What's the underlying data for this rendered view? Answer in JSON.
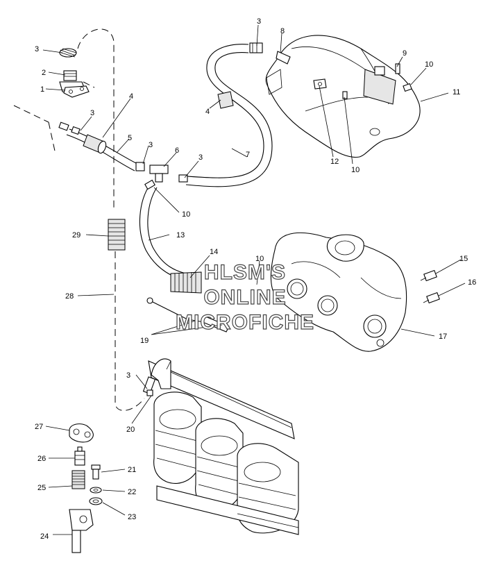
{
  "callouts": [
    {
      "id": "c-3a",
      "text": "3"
    },
    {
      "id": "c-2",
      "text": "2"
    },
    {
      "id": "c-1",
      "text": "1"
    },
    {
      "id": "c-3b",
      "text": "3"
    },
    {
      "id": "c-4a",
      "text": "4"
    },
    {
      "id": "c-5",
      "text": "5"
    },
    {
      "id": "c-3c",
      "text": "3"
    },
    {
      "id": "c-6",
      "text": "6"
    },
    {
      "id": "c-3d",
      "text": "3"
    },
    {
      "id": "c-10a",
      "text": "10"
    },
    {
      "id": "c-13",
      "text": "13"
    },
    {
      "id": "c-14",
      "text": "14"
    },
    {
      "id": "c-29",
      "text": "29"
    },
    {
      "id": "c-28",
      "text": "28"
    },
    {
      "id": "c-19",
      "text": "19"
    },
    {
      "id": "c-3e",
      "text": "3"
    },
    {
      "id": "c-8",
      "text": "8"
    },
    {
      "id": "c-4b",
      "text": "4"
    },
    {
      "id": "c-7",
      "text": "7"
    },
    {
      "id": "c-9",
      "text": "9"
    },
    {
      "id": "c-10b",
      "text": "10"
    },
    {
      "id": "c-11",
      "text": "11"
    },
    {
      "id": "c-12",
      "text": "12"
    },
    {
      "id": "c-10c",
      "text": "10"
    },
    {
      "id": "c-10d",
      "text": "10"
    },
    {
      "id": "c-15",
      "text": "15"
    },
    {
      "id": "c-16",
      "text": "16"
    },
    {
      "id": "c-17",
      "text": "17"
    },
    {
      "id": "c-3f",
      "text": "3"
    },
    {
      "id": "c-20",
      "text": "20"
    },
    {
      "id": "c-27",
      "text": "27"
    },
    {
      "id": "c-26",
      "text": "26"
    },
    {
      "id": "c-25",
      "text": "25"
    },
    {
      "id": "c-24",
      "text": "24"
    },
    {
      "id": "c-21",
      "text": "21"
    },
    {
      "id": "c-22",
      "text": "22"
    },
    {
      "id": "c-23",
      "text": "23"
    }
  ],
  "watermark": {
    "line1": "HLSM'S",
    "line2": "ONLINE",
    "line3": "MICROFICHE"
  }
}
